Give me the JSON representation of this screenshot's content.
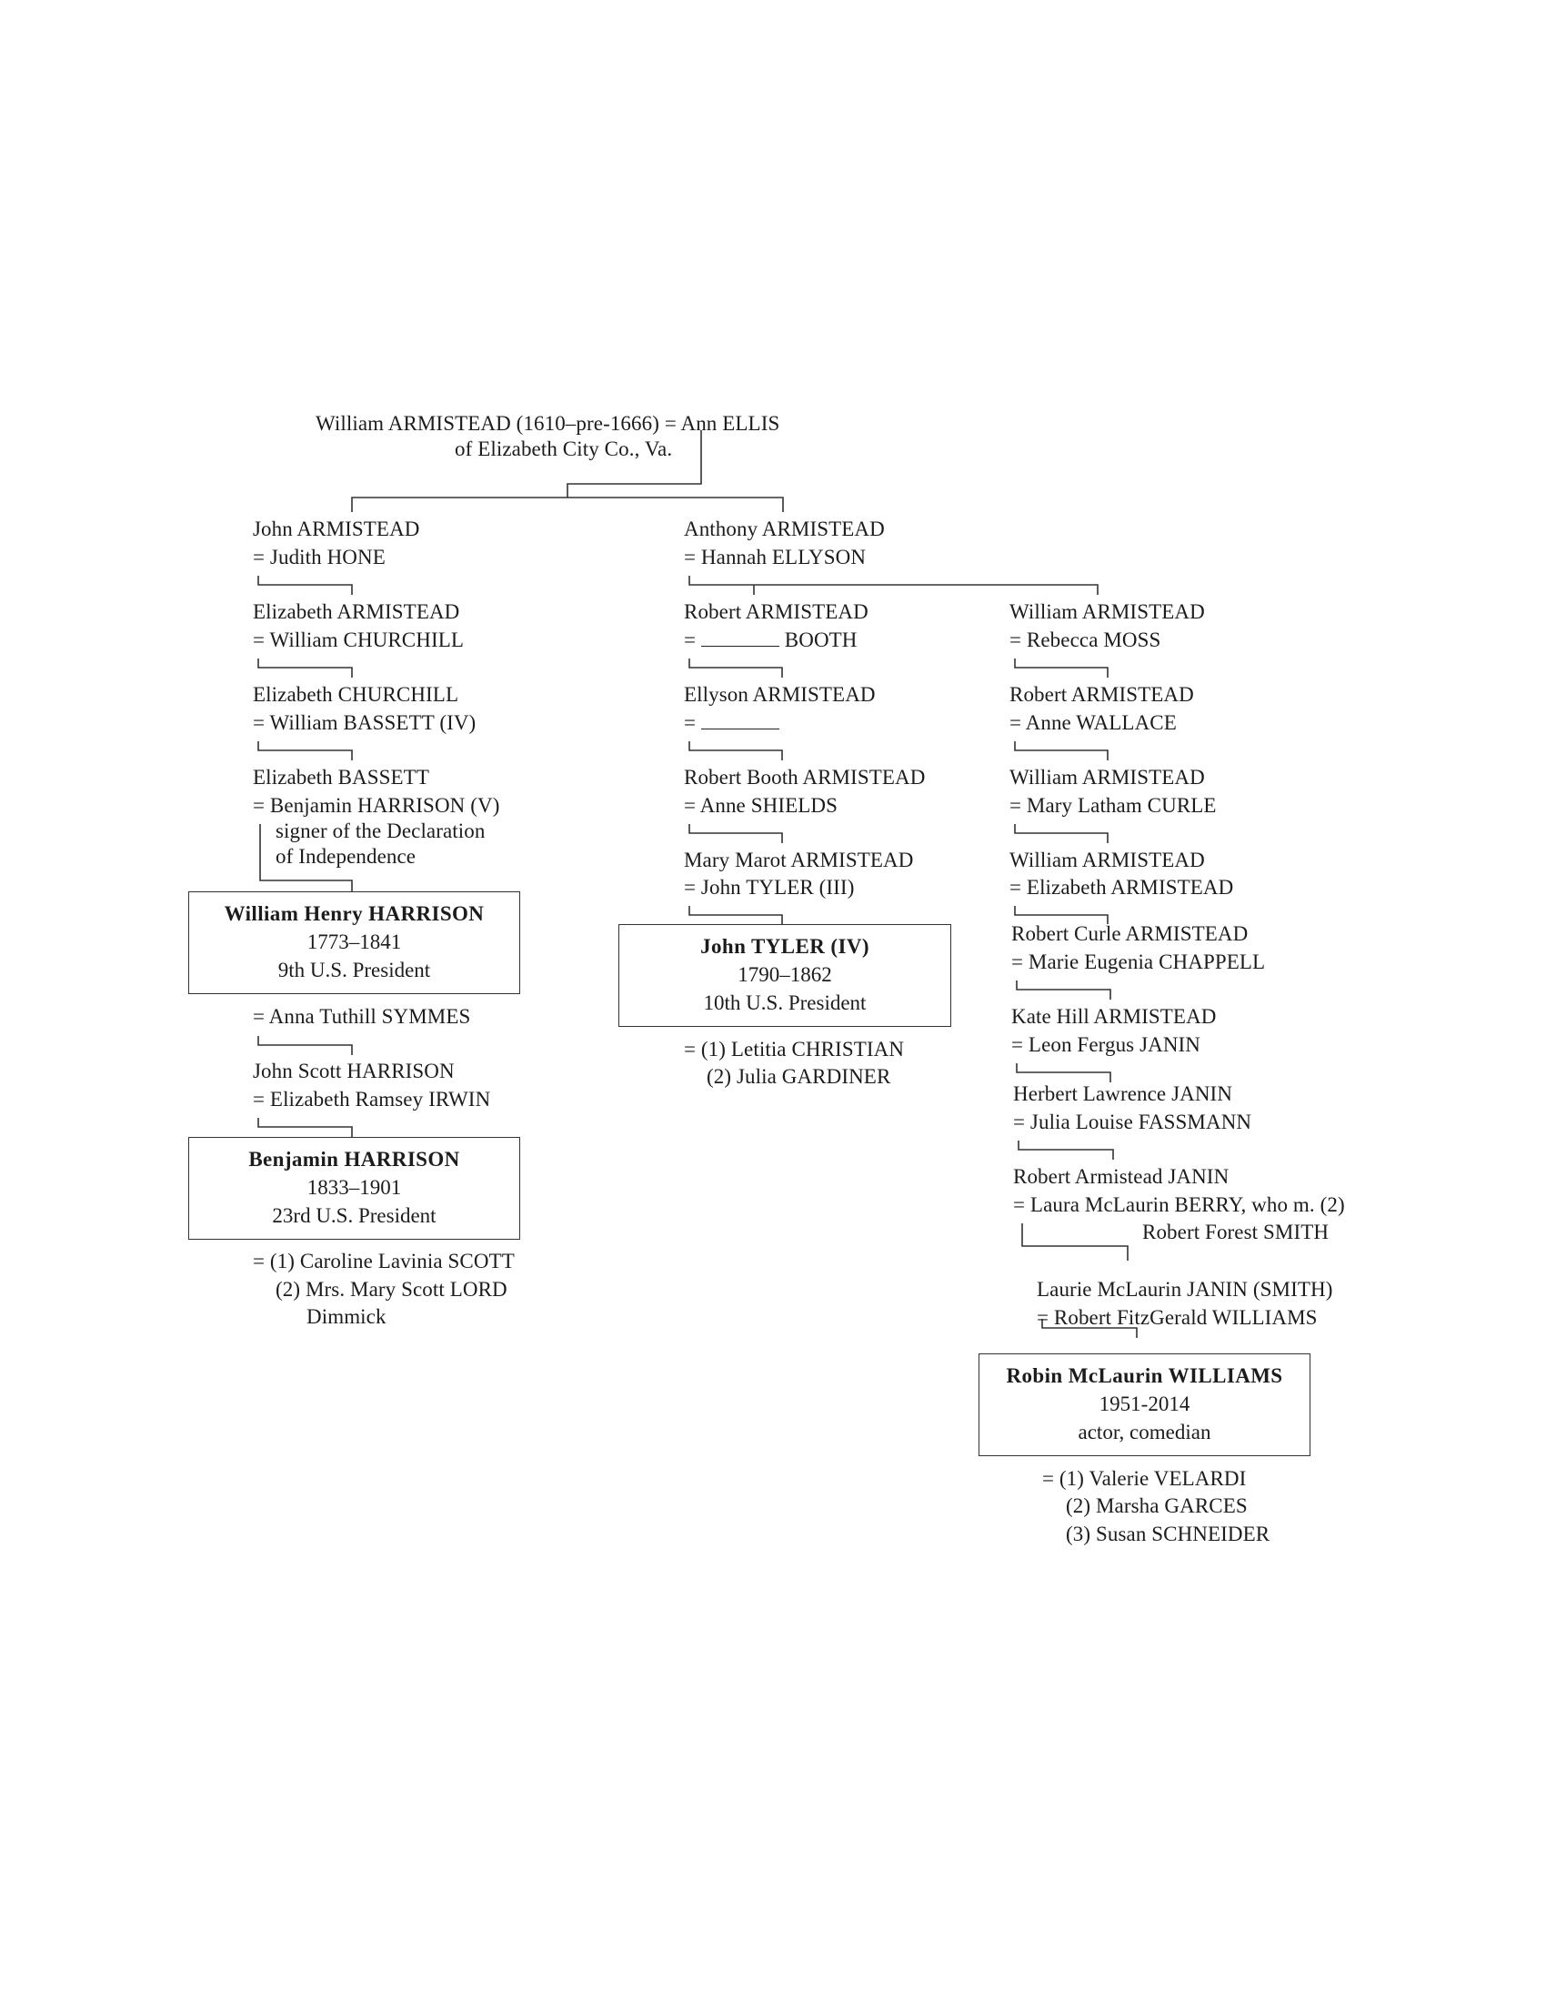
{
  "root": {
    "line1": "William ARMISTEAD (1610–pre-1666) = Ann ELLIS",
    "line2": "of Elizabeth City Co., Va."
  },
  "branch_john": {
    "john": "John ARMISTEAD",
    "john_spouse": "= Judith HONE",
    "elizabeth_armistead": "Elizabeth ARMISTEAD",
    "elizabeth_armistead_spouse": "= William CHURCHILL",
    "elizabeth_churchill": "Elizabeth CHURCHILL",
    "elizabeth_churchill_spouse": "= William BASSETT (IV)",
    "elizabeth_bassett": "Elizabeth BASSETT",
    "elizabeth_bassett_spouse": "= Benjamin HARRISON (V)",
    "harrison_v_note1": "signer of the Declaration",
    "harrison_v_note2": "of Independence",
    "whh": {
      "name": "William Henry HARRISON",
      "years": "1773–1841",
      "role": "9th U.S. President"
    },
    "whh_spouse": "= Anna Tuthill SYMMES",
    "john_scott": "John Scott HARRISON",
    "john_scott_spouse": "= Elizabeth Ramsey IRWIN",
    "bh": {
      "name": "Benjamin HARRISON",
      "years": "1833–1901",
      "role": "23rd U.S. President"
    },
    "bh_spouse1": "= (1) Caroline Lavinia SCOTT",
    "bh_spouse2": "(2) Mrs. Mary Scott LORD",
    "bh_spouse3": "Dimmick"
  },
  "branch_anthony": {
    "anthony": "Anthony ARMISTEAD",
    "anthony_spouse": "= Hannah ELLYSON",
    "robert": "Robert ARMISTEAD",
    "robert_spouse_prefix": "=",
    "robert_spouse_name": "BOOTH",
    "ellyson": "Ellyson ARMISTEAD",
    "ellyson_spouse_prefix": "=",
    "robert_booth": "Robert Booth ARMISTEAD",
    "robert_booth_spouse": "= Anne SHIELDS",
    "mary_marot": "Mary Marot ARMISTEAD",
    "mary_marot_spouse": "= John TYLER (III)",
    "tyler": {
      "name": "John TYLER (IV)",
      "years": "1790–1862",
      "role": "10th U.S. President"
    },
    "tyler_spouse1": "= (1) Letitia CHRISTIAN",
    "tyler_spouse2": "(2) Julia GARDINER"
  },
  "branch_william": {
    "william1": "William ARMISTEAD",
    "william1_spouse": "= Rebecca MOSS",
    "robert": "Robert ARMISTEAD",
    "robert_spouse": "= Anne WALLACE",
    "william2": "William ARMISTEAD",
    "william2_spouse": "= Mary Latham CURLE",
    "william3": "William ARMISTEAD",
    "william3_spouse": "= Elizabeth ARMISTEAD",
    "robert_curle": "Robert Curle ARMISTEAD",
    "robert_curle_spouse": "= Marie Eugenia CHAPPELL",
    "kate_hill": "Kate Hill ARMISTEAD",
    "kate_hill_spouse": "= Leon Fergus JANIN",
    "herbert": "Herbert Lawrence JANIN",
    "herbert_spouse": "= Julia Louise FASSMANN",
    "robert_armistead_janin": "Robert Armistead JANIN",
    "raj_spouse": "= Laura McLaurin BERRY, who m. (2)",
    "raj_spouse_cont": "Robert Forest SMITH",
    "laurie": "Laurie McLaurin JANIN (SMITH)",
    "laurie_spouse": "= Robert FitzGerald WILLIAMS",
    "robin": {
      "name": "Robin McLaurin WILLIAMS",
      "years": "1951-2014",
      "role": "actor, comedian"
    },
    "robin_spouse1": "= (1) Valerie VELARDI",
    "robin_spouse2": "(2) Marsha GARCES",
    "robin_spouse3": "(3) Susan SCHNEIDER"
  }
}
